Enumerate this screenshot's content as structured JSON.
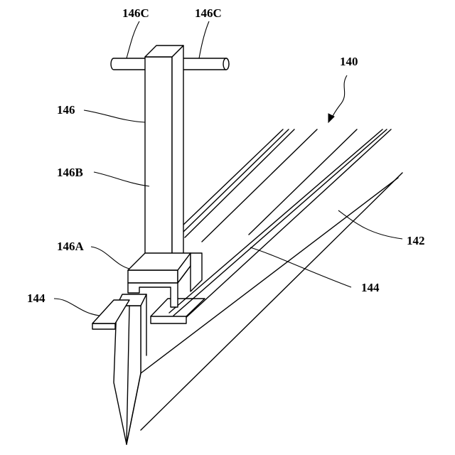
{
  "labels": {
    "l146c_left": "146C",
    "l146c_right": "146C",
    "l140": "140",
    "l146": "146",
    "l146b": "146B",
    "l142": "142",
    "l146a": "146A",
    "l144_right": "144",
    "l144_left": "144"
  }
}
